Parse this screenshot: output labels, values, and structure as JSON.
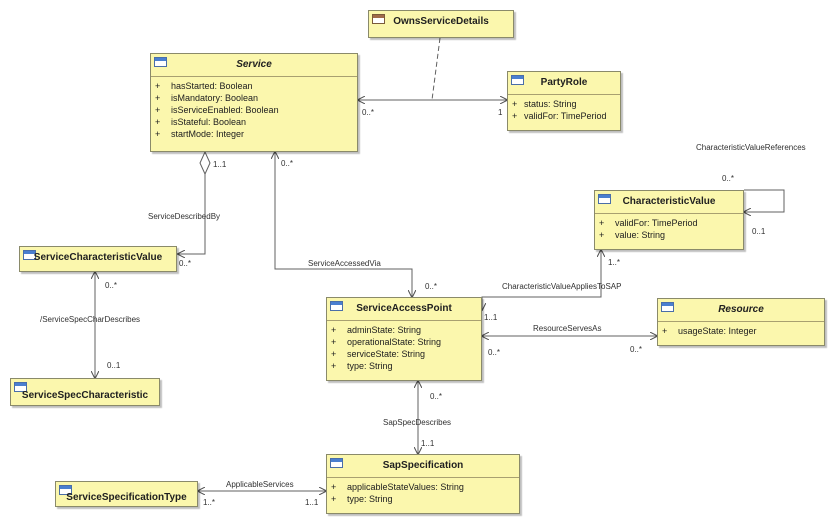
{
  "classes": {
    "owns_service_details": {
      "name": "OwnsServiceDetails"
    },
    "service": {
      "name": "Service",
      "attributes": [
        {
          "vis": "+",
          "text": "hasStarted: Boolean"
        },
        {
          "vis": "+",
          "text": "isMandatory: Boolean"
        },
        {
          "vis": "+",
          "text": "isServiceEnabled: Boolean"
        },
        {
          "vis": "+",
          "text": "isStateful: Boolean"
        },
        {
          "vis": "+",
          "text": "startMode: Integer"
        }
      ]
    },
    "party_role": {
      "name": "PartyRole",
      "attributes": [
        {
          "vis": "+",
          "text": "status: String"
        },
        {
          "vis": "+",
          "text": "validFor: TimePeriod"
        }
      ]
    },
    "characteristic_value": {
      "name": "CharacteristicValue",
      "attributes": [
        {
          "vis": "+",
          "text": "validFor: TimePeriod"
        },
        {
          "vis": "+",
          "text": "value: String"
        }
      ]
    },
    "service_characteristic_value": {
      "name": "ServiceCharacteristicValue"
    },
    "service_spec_characteristic": {
      "name": "ServiceSpecCharacteristic"
    },
    "service_access_point": {
      "name": "ServiceAccessPoint",
      "attributes": [
        {
          "vis": "+",
          "text": "adminState: String"
        },
        {
          "vis": "+",
          "text": "operationalState: String"
        },
        {
          "vis": "+",
          "text": "serviceState: String"
        },
        {
          "vis": "+",
          "text": "type: String"
        }
      ]
    },
    "resource": {
      "name": "Resource",
      "attributes": [
        {
          "vis": "+",
          "text": "usageState: Integer"
        }
      ]
    },
    "sap_specification": {
      "name": "SapSpecification",
      "attributes": [
        {
          "vis": "+",
          "text": "applicableStateValues: String"
        },
        {
          "vis": "+",
          "text": "type: String"
        }
      ]
    },
    "service_specification_type": {
      "name": "ServiceSpecificationType"
    }
  },
  "associations": {
    "service_party_role": {
      "mult_service": "0..*",
      "mult_party": "1"
    },
    "service_described_by": {
      "name": "ServiceDescribedBy",
      "mult_service": "1..1",
      "mult_scv": "0..*"
    },
    "service_accessed_via": {
      "name": "ServiceAccessedVia",
      "mult_service": "0..*",
      "mult_sap": "0..*"
    },
    "characteristic_value_references": {
      "name": "CharacteristicValueReferences",
      "mult_a": "0..*",
      "mult_b": "0..1"
    },
    "characteristic_value_applies_to_sap": {
      "name": "CharacteristicValueAppliesToSAP",
      "mult_cv": "1..*",
      "mult_sap": "1..1"
    },
    "service_spec_char_describes": {
      "name": "/ServiceSpecCharDescribes",
      "mult_scv": "0..*",
      "mult_ssc": "0..1"
    },
    "resource_serves_as": {
      "name": "ResourceServesAs",
      "mult_sap": "0..*",
      "mult_res": "0..*"
    },
    "sap_spec_describes": {
      "name": "SapSpecDescribes",
      "mult_sap": "0..*",
      "mult_spec": "1..1"
    },
    "applicable_services": {
      "name": "ApplicableServices",
      "mult_type": "1..*",
      "mult_spec": "1..1"
    }
  }
}
